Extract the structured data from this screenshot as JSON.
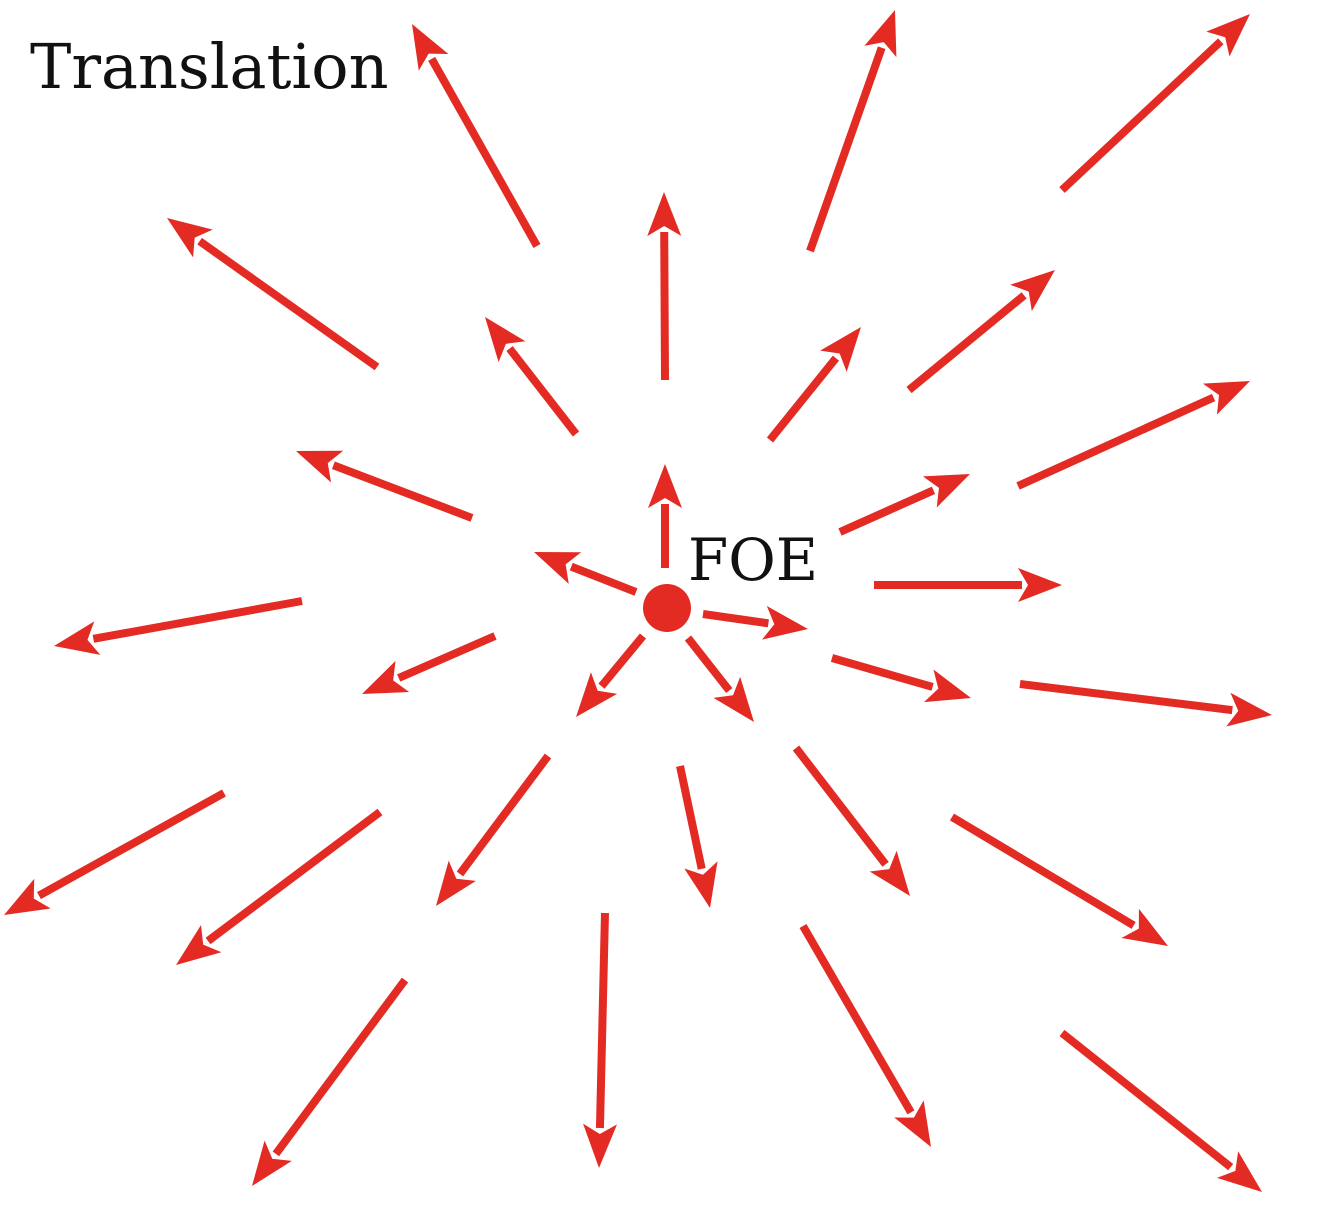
{
  "title": "Translation",
  "center_label": "FOE",
  "colors": {
    "arrow": "#e32b24",
    "text": "#111111",
    "background": "#ffffff"
  },
  "diagram": {
    "type": "optic-flow-field",
    "motion": "translation",
    "center_marker": "filled-circle"
  }
}
